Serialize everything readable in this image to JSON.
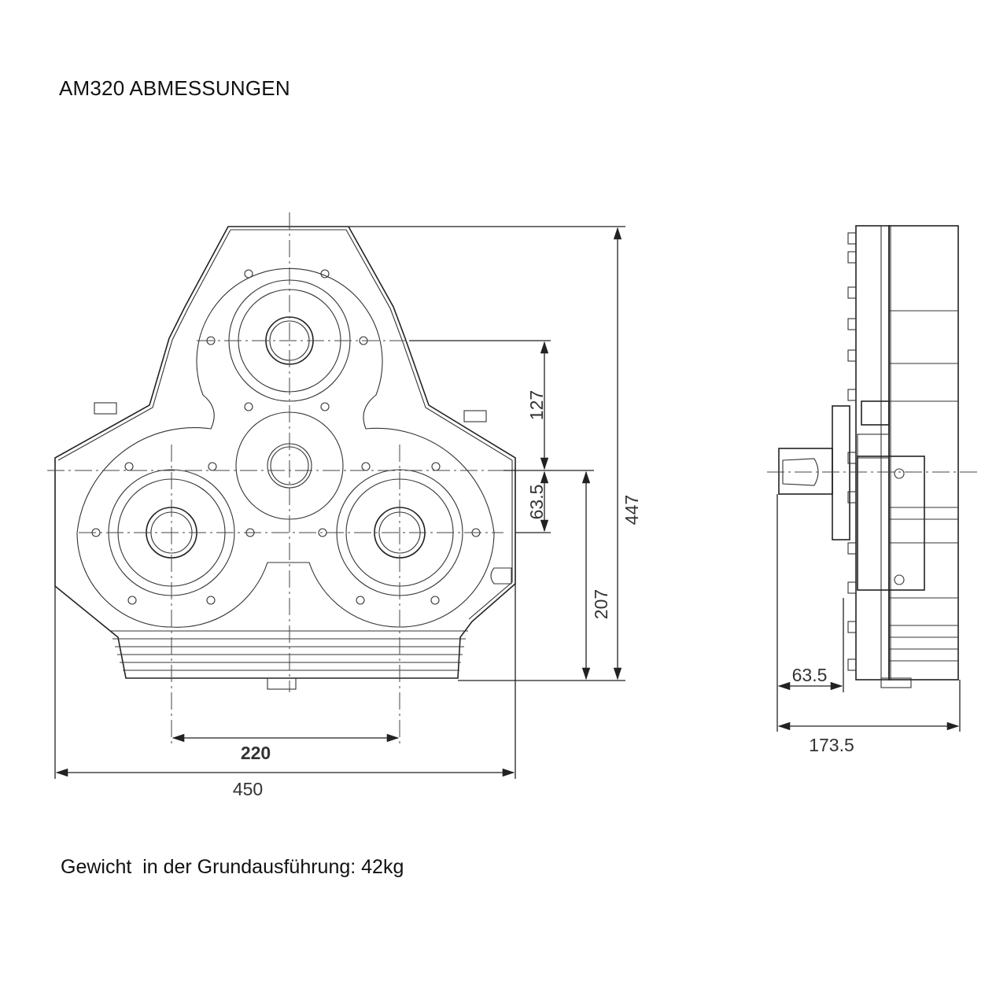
{
  "title": "AM320 ABMESSUNGEN",
  "footer": "Gewicht  in der Grundausführung: 42kg",
  "dimensions": {
    "front_width_total": "450",
    "shaft_spacing": "220",
    "total_height": "447",
    "top_shaft_offset": "127",
    "shaft_vertical_offset": "63.5",
    "center_height": "207",
    "side_shaft_length": "63.5",
    "side_depth_total": "173.5"
  }
}
